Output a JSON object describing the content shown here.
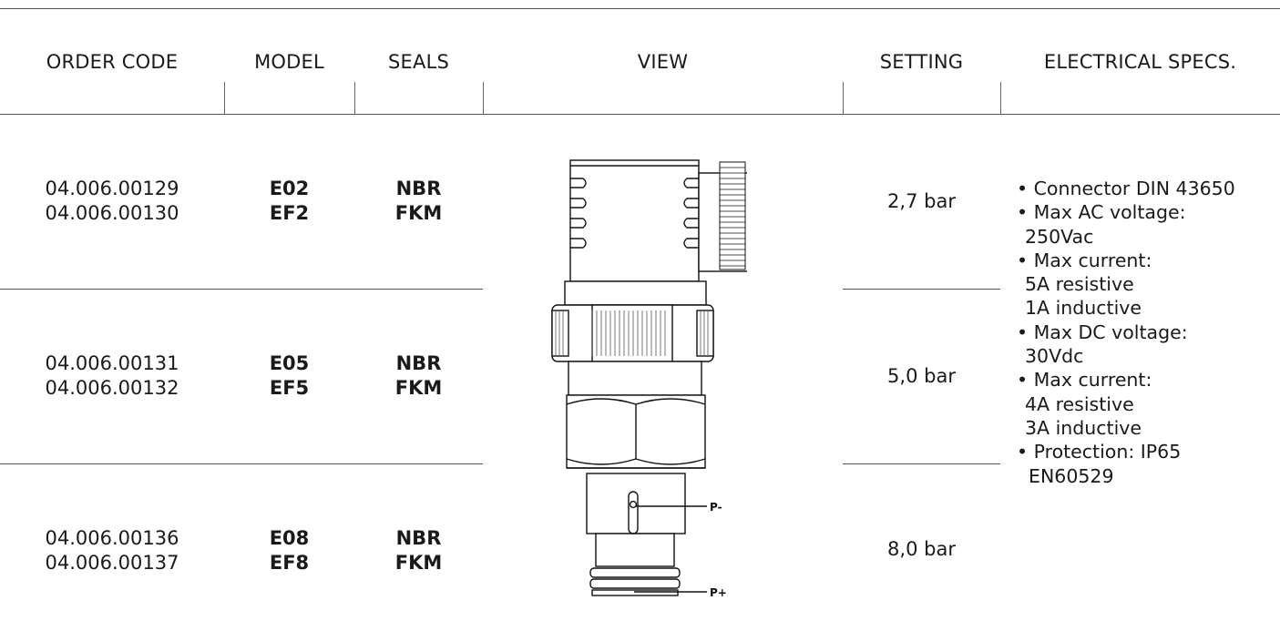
{
  "headers": {
    "order_code": "ORDER CODE",
    "model": "MODEL",
    "seals": "SEALS",
    "view": "VIEW",
    "setting": "SETTING",
    "electrical": "ELECTRICAL SPECS."
  },
  "rows": [
    {
      "codes": [
        "04.006.00129",
        "04.006.00130"
      ],
      "models": [
        "E02",
        "EF2"
      ],
      "seals": [
        "NBR",
        "FKM"
      ],
      "setting": "2,7 bar"
    },
    {
      "codes": [
        "04.006.00131",
        "04.006.00132"
      ],
      "models": [
        "E05",
        "EF5"
      ],
      "seals": [
        "NBR",
        "FKM"
      ],
      "setting": "5,0 bar"
    },
    {
      "codes": [
        "04.006.00136",
        "04.006.00137"
      ],
      "models": [
        "E08",
        "EF8"
      ],
      "seals": [
        "NBR",
        "FKM"
      ],
      "setting": "8,0 bar"
    }
  ],
  "electrical_specs": [
    "• Connector DIN 43650",
    "• Max AC voltage:",
    "250Vac",
    "• Max current:",
    "5A resistive",
    "1A inductive",
    "• Max DC voltage:",
    "30Vdc",
    "• Max current:",
    "4A resistive",
    "3A inductive",
    "• Protection: IP65",
    "EN60529"
  ],
  "drawing_labels": {
    "p_minus": "P-",
    "p_plus": "P+"
  }
}
